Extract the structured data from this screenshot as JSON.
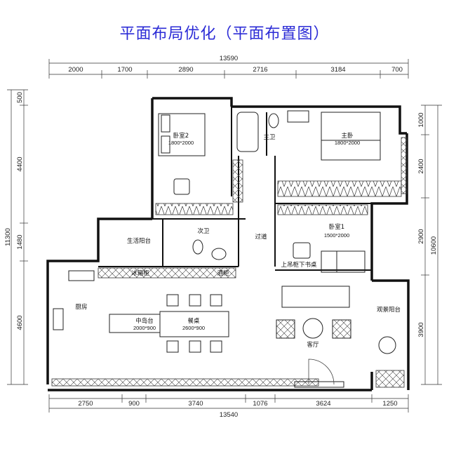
{
  "title": "平面布局优化（平面布置图）",
  "dimensions": {
    "top_total": "13590",
    "top": [
      "2000",
      "1700",
      "2890",
      "2716",
      "3184",
      "700"
    ],
    "bottom_total": "13540",
    "bottom": [
      "2750",
      "900",
      "3740",
      "1076",
      "3624",
      "1250"
    ],
    "left_total": "11300",
    "left": [
      "500",
      "4400",
      "1480",
      "4600"
    ],
    "right_total": "10600",
    "right": [
      "1000",
      "2400",
      "2900",
      "3900"
    ]
  },
  "rooms": {
    "bedroom2": "卧室2",
    "bedroom2_size": "1800*2000",
    "master_bath": "主卫",
    "master_bedroom": "主卧",
    "master_bedroom_size": "1800*2000",
    "service_balcony": "生活阳台",
    "second_bath": "次卫",
    "corridor": "过道",
    "bedroom1": "卧室1",
    "bedroom1_size": "1500*2000",
    "fridge_cabinet": "冰箱柜",
    "wine_cabinet": "酒柜",
    "desk": "上吊柜下书桌",
    "kitchen": "厨房",
    "island": "中岛台",
    "island_size": "2000*900",
    "dining_table": "餐桌",
    "dining_size": "2600*900",
    "living_room": "客厅",
    "view_balcony": "观景阳台"
  },
  "colors": {
    "title": "#2b2bd6",
    "wall": "#111111",
    "line": "#333333"
  }
}
